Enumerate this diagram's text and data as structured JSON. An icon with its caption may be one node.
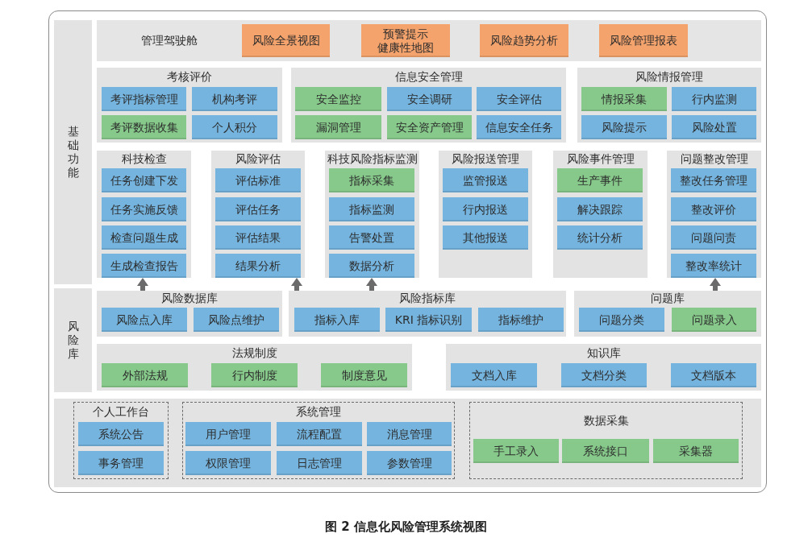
{
  "diagram": {
    "caption": "图 2 信息化风险管理系统视图",
    "nodes": [
      {
        "text": [
          "基础功能"
        ]
      },
      {
        "text": [
          "管理驾驶舱"
        ]
      },
      {
        "text": [
          "风险全景视图"
        ],
        "in": 1
      },
      {
        "text": [
          "预警提示",
          "健康性地图"
        ],
        "in": 1
      },
      {
        "text": [
          "风险趋势分析"
        ],
        "in": 1
      },
      {
        "text": [
          "风险管理报表"
        ],
        "in": 1
      },
      {
        "text": [
          "考核评价"
        ]
      },
      {
        "text": [
          "考评指标管理"
        ],
        "in": 6
      },
      {
        "text": [
          "机构考评"
        ],
        "in": 6
      },
      {
        "text": [
          "考评数据收集"
        ],
        "in": 6
      },
      {
        "text": [
          "个人积分"
        ],
        "in": 6
      },
      {
        "text": [
          "信息安全管理"
        ]
      },
      {
        "text": [
          "安全监控"
        ],
        "in": 11
      },
      {
        "text": [
          "安全调研"
        ],
        "in": 11
      },
      {
        "text": [
          "安全评估"
        ],
        "in": 11
      },
      {
        "text": [
          "漏洞管理"
        ],
        "in": 11
      },
      {
        "text": [
          "安全资产管理"
        ],
        "in": 11
      },
      {
        "text": [
          "信息安全任务"
        ],
        "in": 11
      },
      {
        "text": [
          "风险情报管理"
        ]
      },
      {
        "text": [
          "情报采集"
        ],
        "in": 18
      },
      {
        "text": [
          "行内监测"
        ],
        "in": 18
      },
      {
        "text": [
          "风险提示"
        ],
        "in": 18
      },
      {
        "text": [
          "风险处置"
        ],
        "in": 18
      },
      {
        "text": [
          "科技检查"
        ]
      },
      {
        "text": [
          "任务创建下发"
        ],
        "in": 23
      },
      {
        "text": [
          "任务实施反馈"
        ],
        "in": 23
      },
      {
        "text": [
          "检查问题生成"
        ],
        "in": 23
      },
      {
        "text": [
          "生成检查报告"
        ],
        "in": 23
      },
      {
        "text": [
          "风险评估"
        ]
      },
      {
        "text": [
          "评估标准"
        ],
        "in": 28
      },
      {
        "text": [
          "评估任务"
        ],
        "in": 28
      },
      {
        "text": [
          "评估结果"
        ],
        "in": 28
      },
      {
        "text": [
          "结果分析"
        ],
        "in": 28
      },
      {
        "text": [
          "科技风险指标监测"
        ]
      },
      {
        "text": [
          "指标采集"
        ],
        "in": 33
      },
      {
        "text": [
          "指标监测"
        ],
        "in": 33
      },
      {
        "text": [
          "告警处置"
        ],
        "in": 33
      },
      {
        "text": [
          "数据分析"
        ],
        "in": 33
      },
      {
        "text": [
          "风险报送管理"
        ]
      },
      {
        "text": [
          "监管报送"
        ],
        "in": 38
      },
      {
        "text": [
          "行内报送"
        ],
        "in": 38
      },
      {
        "text": [
          "其他报送"
        ],
        "in": 38
      },
      {
        "text": [
          "风险事件管理"
        ]
      },
      {
        "text": [
          "生产事件"
        ],
        "in": 42
      },
      {
        "text": [
          "解决跟踪"
        ],
        "in": 42
      },
      {
        "text": [
          "统计分析"
        ],
        "in": 42
      },
      {
        "text": [
          "问题整改管理"
        ]
      },
      {
        "text": [
          "整改任务管理"
        ],
        "in": 46
      },
      {
        "text": [
          "整改评价"
        ],
        "in": 46
      },
      {
        "text": [
          "问题问责"
        ],
        "in": 46
      },
      {
        "text": [
          "整改率统计"
        ],
        "in": 46
      },
      {
        "text": [
          "风险库"
        ]
      },
      {
        "text": [
          "风险数据库"
        ]
      },
      {
        "text": [
          "风险点入库"
        ],
        "in": 52
      },
      {
        "text": [
          "风险点维护"
        ],
        "in": 52
      },
      {
        "text": [
          "风险指标库"
        ]
      },
      {
        "text": [
          "指标入库"
        ],
        "in": 55
      },
      {
        "text": [
          "KRI 指标识别"
        ],
        "in": 55
      },
      {
        "text": [
          "指标维护"
        ],
        "in": 55
      },
      {
        "text": [
          "问题库"
        ]
      },
      {
        "text": [
          "问题分类"
        ],
        "in": 59
      },
      {
        "text": [
          "问题录入"
        ],
        "in": 59
      },
      {
        "text": [
          "法规制度"
        ]
      },
      {
        "text": [
          "外部法规"
        ],
        "in": 62
      },
      {
        "text": [
          "行内制度"
        ],
        "in": 62
      },
      {
        "text": [
          "制度意见"
        ],
        "in": 62
      },
      {
        "text": [
          "知识库"
        ]
      },
      {
        "text": [
          "文档入库"
        ],
        "in": 66
      },
      {
        "text": [
          "文档分类"
        ],
        "in": 66
      },
      {
        "text": [
          "文档版本"
        ],
        "in": 66
      },
      {
        "text": [
          "个人工作台"
        ]
      },
      {
        "text": [
          "系统公告"
        ],
        "in": 70
      },
      {
        "text": [
          "事务管理"
        ],
        "in": 70
      },
      {
        "text": [
          "系统管理"
        ]
      },
      {
        "text": [
          "用户管理"
        ],
        "in": 73
      },
      {
        "text": [
          "流程配置"
        ],
        "in": 73
      },
      {
        "text": [
          "消息管理"
        ],
        "in": 73
      },
      {
        "text": [
          "权限管理"
        ],
        "in": 73
      },
      {
        "text": [
          "日志管理"
        ],
        "in": 73
      },
      {
        "text": [
          "参数管理"
        ],
        "in": 73
      },
      {
        "text": [
          "数据采集"
        ]
      },
      {
        "text": [
          "手工录入"
        ],
        "in": 80
      },
      {
        "text": [
          "系统接口"
        ],
        "in": 80
      },
      {
        "text": [
          "采集器"
        ],
        "in": 80
      }
    ],
    "edges": [
      {
        "from": 52,
        "to": 23,
        "arrow": "to"
      },
      {
        "from": 55,
        "to": 28,
        "arrow": "to"
      },
      {
        "from": 55,
        "to": 33,
        "arrow": "to"
      },
      {
        "from": 59,
        "to": 46,
        "arrow": "to"
      }
    ]
  }
}
